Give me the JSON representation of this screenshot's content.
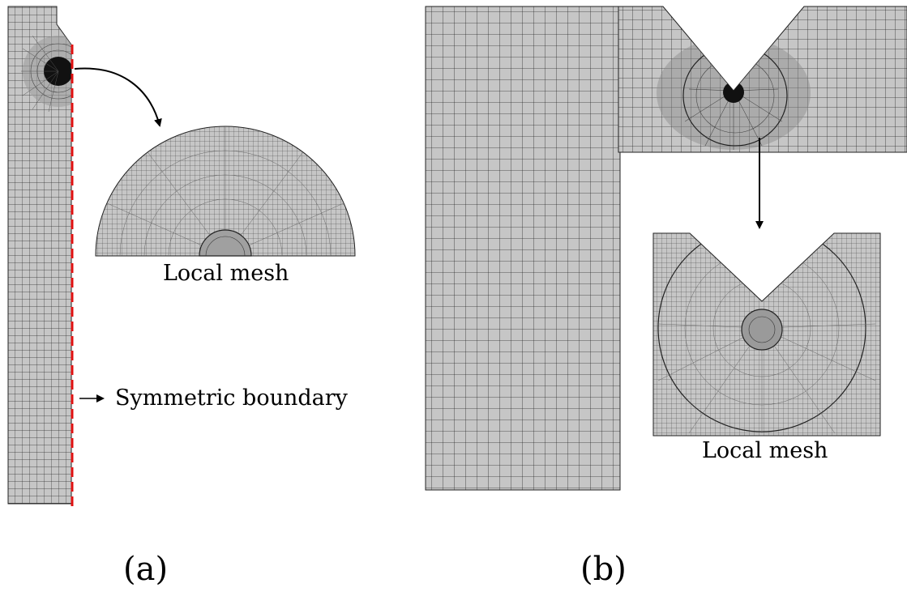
{
  "panel_a": {
    "local_mesh_label": "Local mesh",
    "symmetric_label": "Symmetric boundary",
    "panel_label": "(a)"
  },
  "panel_b": {
    "local_mesh_label": "Local mesh",
    "panel_label": "(b)"
  },
  "colors": {
    "mesh_fill": "#c6c6c6",
    "mesh_line": "#333333",
    "symmetry_line": "#e01010",
    "arrow": "#000000"
  }
}
